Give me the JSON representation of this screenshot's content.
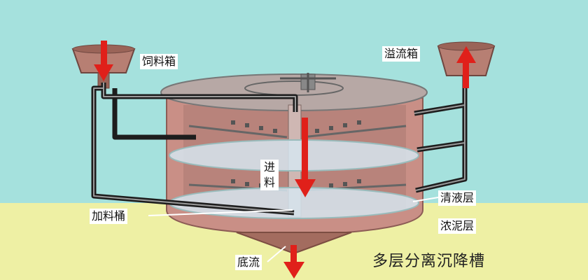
{
  "labels": {
    "feed_box": "饲料箱",
    "overflow_box": "溢流箱",
    "feed_in": "进料",
    "feed_bucket": "加料桶",
    "clear_layer": "清液层",
    "sludge_layer": "浓泥层",
    "bottom_flow": "底流",
    "title": "多层分离沉降槽"
  },
  "colors": {
    "background": "#a5e1dd",
    "floor": "#eef0a4",
    "tank": "#c98f86",
    "pipe": "#222222",
    "arrow": "#e0201a"
  }
}
